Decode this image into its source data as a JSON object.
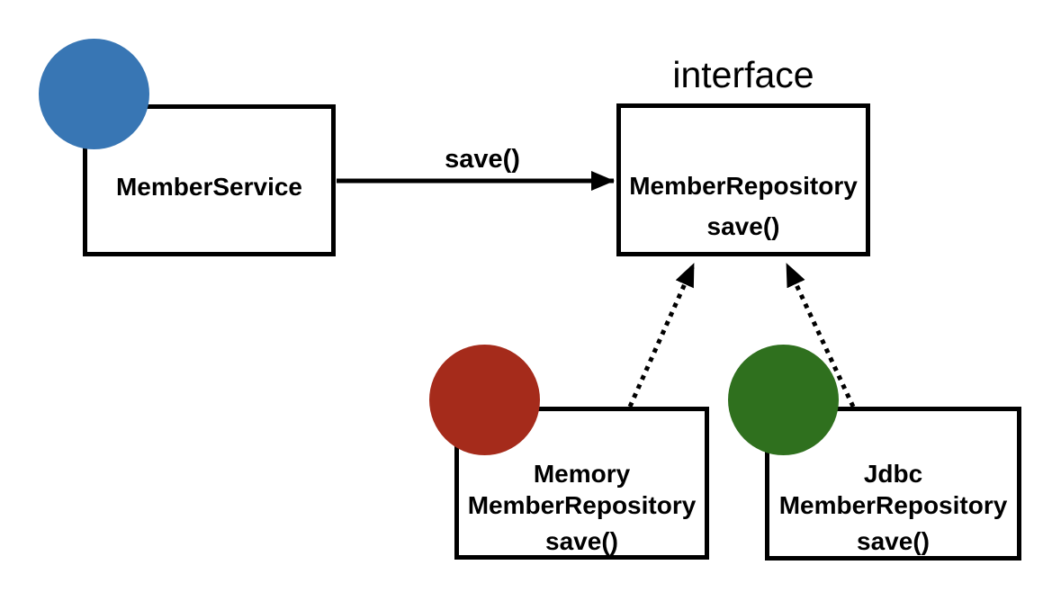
{
  "diagram": {
    "interface_label": "interface",
    "boxes": {
      "member_service": {
        "title": "MemberService"
      },
      "member_repository": {
        "title": "MemberRepository",
        "method": "save()"
      },
      "memory_member_repository": {
        "line1": "Memory",
        "line2": "MemberRepository",
        "method": "save()"
      },
      "jdbc_member_repository": {
        "line1": "Jdbc",
        "line2": "MemberRepository",
        "method": "save()"
      }
    },
    "relations": [
      {
        "from": "MemberService",
        "to": "MemberRepository",
        "label": "save()",
        "style": "solid-arrow"
      },
      {
        "from": "MemoryMemberRepository",
        "to": "MemberRepository",
        "label": "",
        "style": "dotted-implements-arrow"
      },
      {
        "from": "JdbcMemberRepository",
        "to": "MemberRepository",
        "label": "",
        "style": "dotted-implements-arrow"
      }
    ],
    "colors": {
      "member_service_dot": "#3876B4",
      "memory_member_repository_dot": "#A52B1B",
      "jdbc_member_repository_dot": "#2F701E",
      "line": "#000000",
      "background": "#FFFFFF"
    }
  }
}
